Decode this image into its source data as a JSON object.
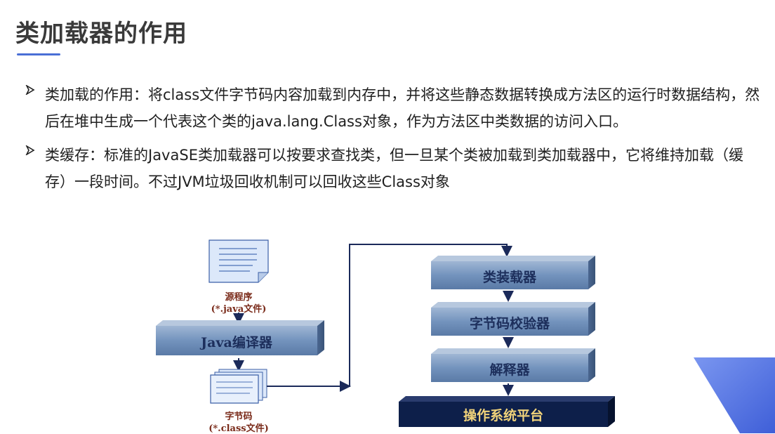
{
  "slide": {
    "title": "类加载器的作用"
  },
  "bullets": [
    {
      "text": "类加载的作用：将class文件字节码内容加载到内存中，并将这些静态数据转换成方法区的运行时数据结构，然后在堆中生成一个代表这个类的java.lang.Class对象，作为方法区中类数据的访问入口。"
    },
    {
      "text": "类缓存：标准的JavaSE类加载器可以按要求查找类，但一旦某个类被加载到类加载器中，它将维持加载（缓存）一段时间。不过JVM垃圾回收机制可以回收这些Class对象"
    }
  ],
  "diagram": {
    "source_label_1": "源程序",
    "source_label_2": "(*.java文件)",
    "compiler_label": "Java编译器",
    "bytecode_label_1": "字节码",
    "bytecode_label_2": "(*.class文件)",
    "loader_label": "类装载器",
    "verifier_label": "字节码校验器",
    "interpreter_label": "解释器",
    "os_label": "操作系统平台"
  },
  "colors": {
    "title_accent": "#4a6fd6",
    "bar_fill": "#6f8fb8",
    "os_fill": "#0d1f4a",
    "arrow": "#1b2a5a",
    "deco": "#5a7be6"
  }
}
